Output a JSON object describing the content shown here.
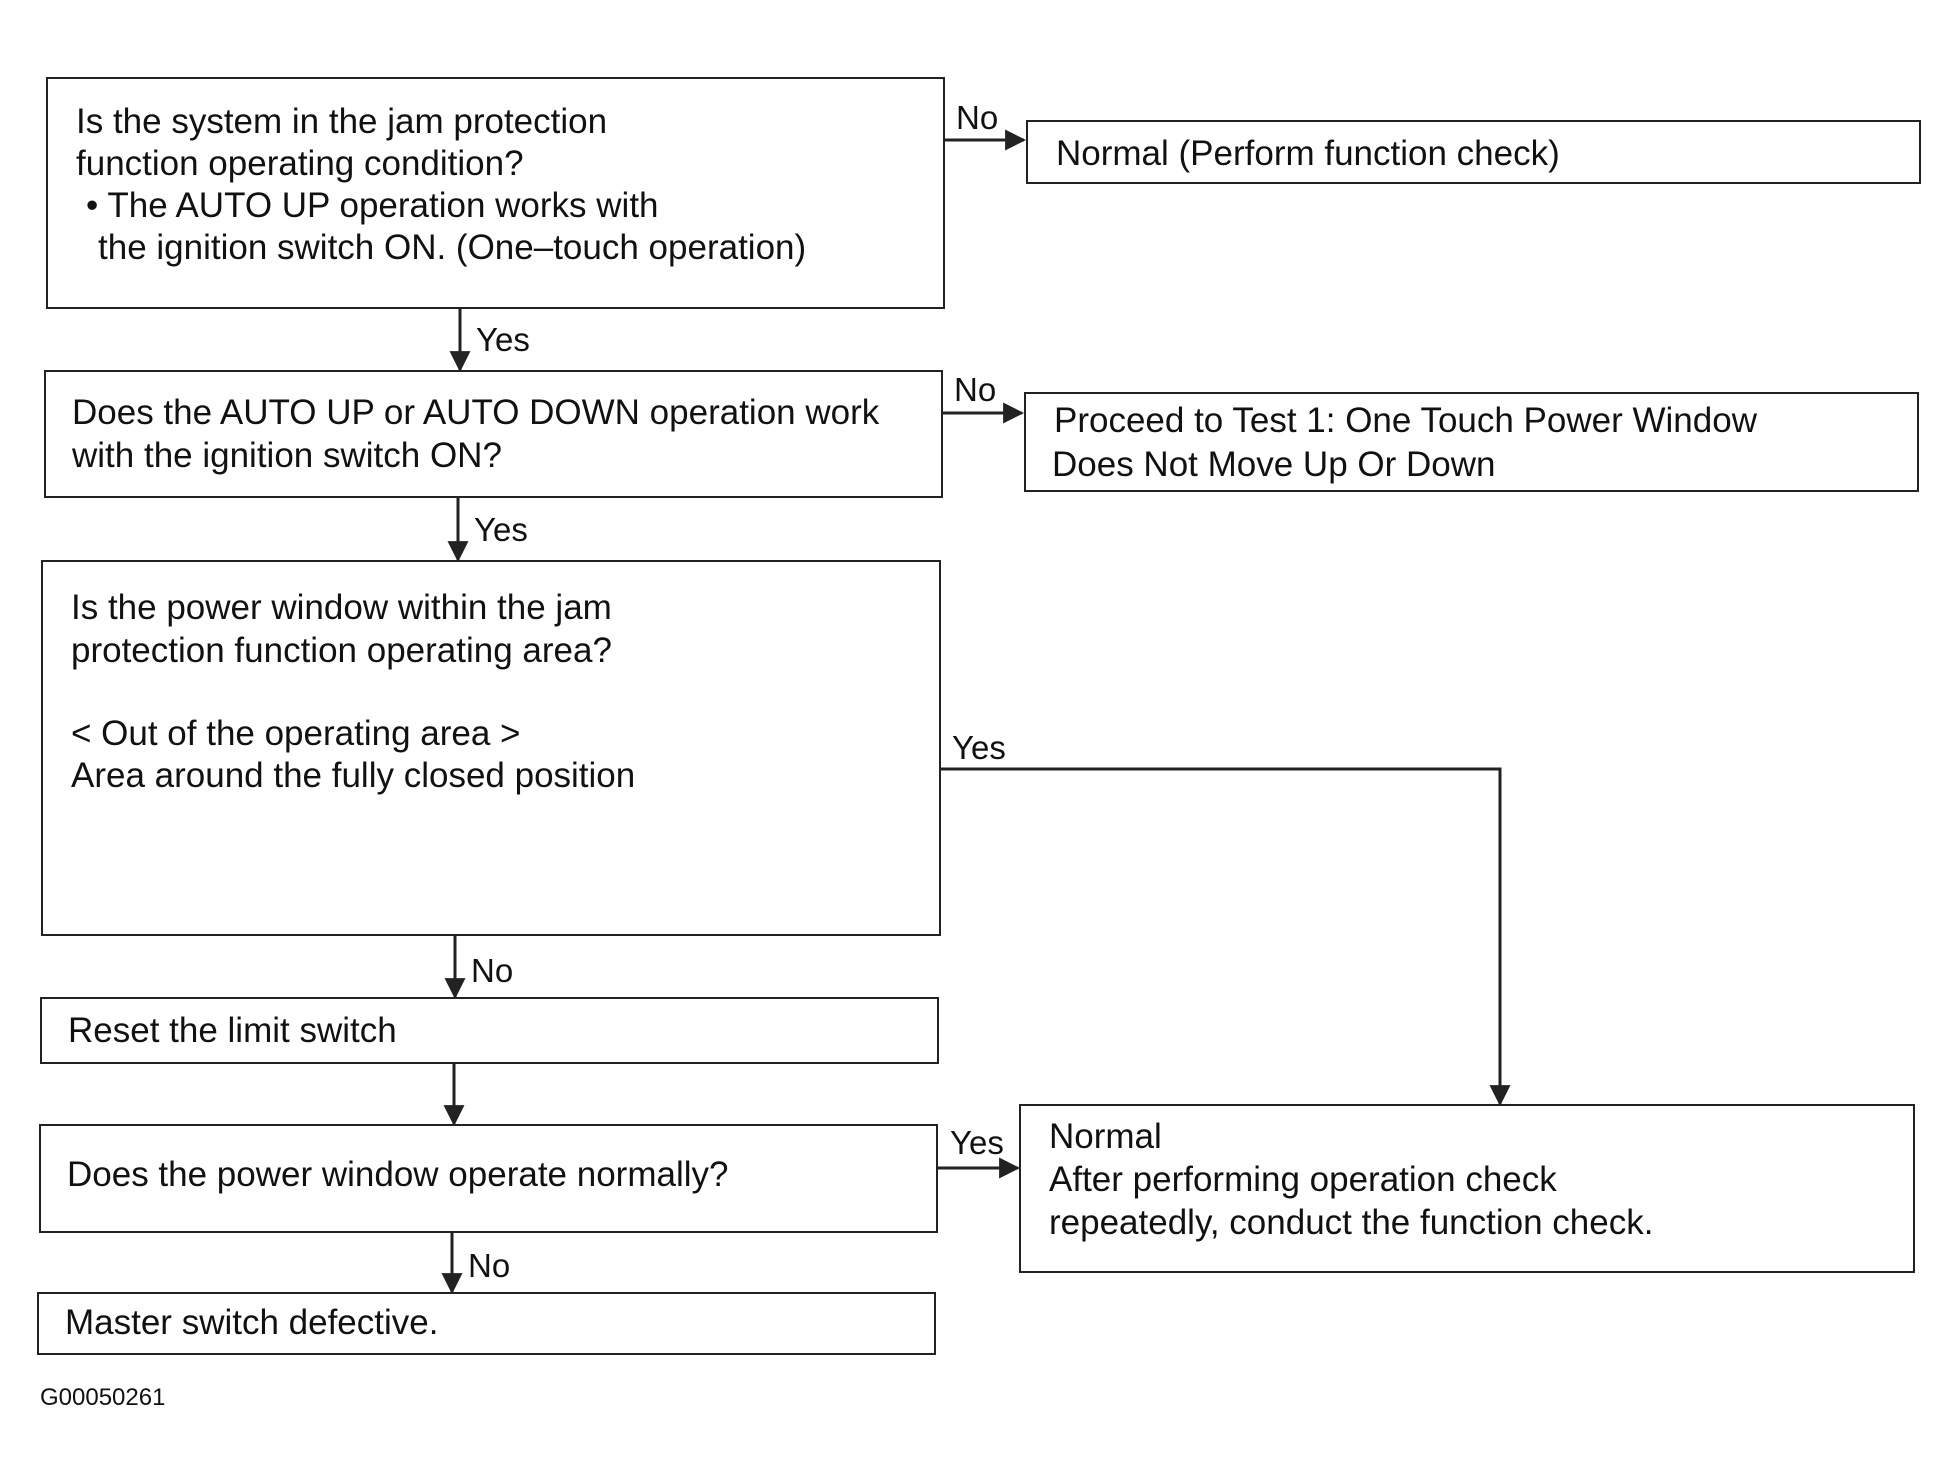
{
  "boxes": {
    "q_jam_system": {
      "lines": [
        "Is the system in the jam protection",
        "function operating condition?",
        "• The AUTO UP operation works with",
        "the ignition switch ON. (One–touch operation)"
      ]
    },
    "result_normal_function": {
      "text": "Normal (Perform function check)"
    },
    "q_auto_op": {
      "lines": [
        "Does the AUTO UP or AUTO DOWN operation work",
        "with the ignition switch ON?"
      ]
    },
    "result_test1": {
      "lines": [
        "Proceed to Test 1: One Touch Power Window",
        "Does Not Move Up Or Down"
      ]
    },
    "q_operating_area": {
      "lines": [
        "Is the power window within the jam",
        "protection function operating area?",
        "< Out of the operating area >",
        "Area around the fully closed position"
      ]
    },
    "step_reset": {
      "text": "Reset the limit switch"
    },
    "q_operate_normally": {
      "text": "Does the power window operate normally?"
    },
    "result_defective": {
      "text": "Master switch defective."
    },
    "result_normal_check": {
      "lines": [
        "Normal",
        "After performing operation check",
        "repeatedly, conduct the function check."
      ]
    }
  },
  "edge_labels": {
    "yes": "Yes",
    "no": "No"
  },
  "figure_code": "G00050261"
}
